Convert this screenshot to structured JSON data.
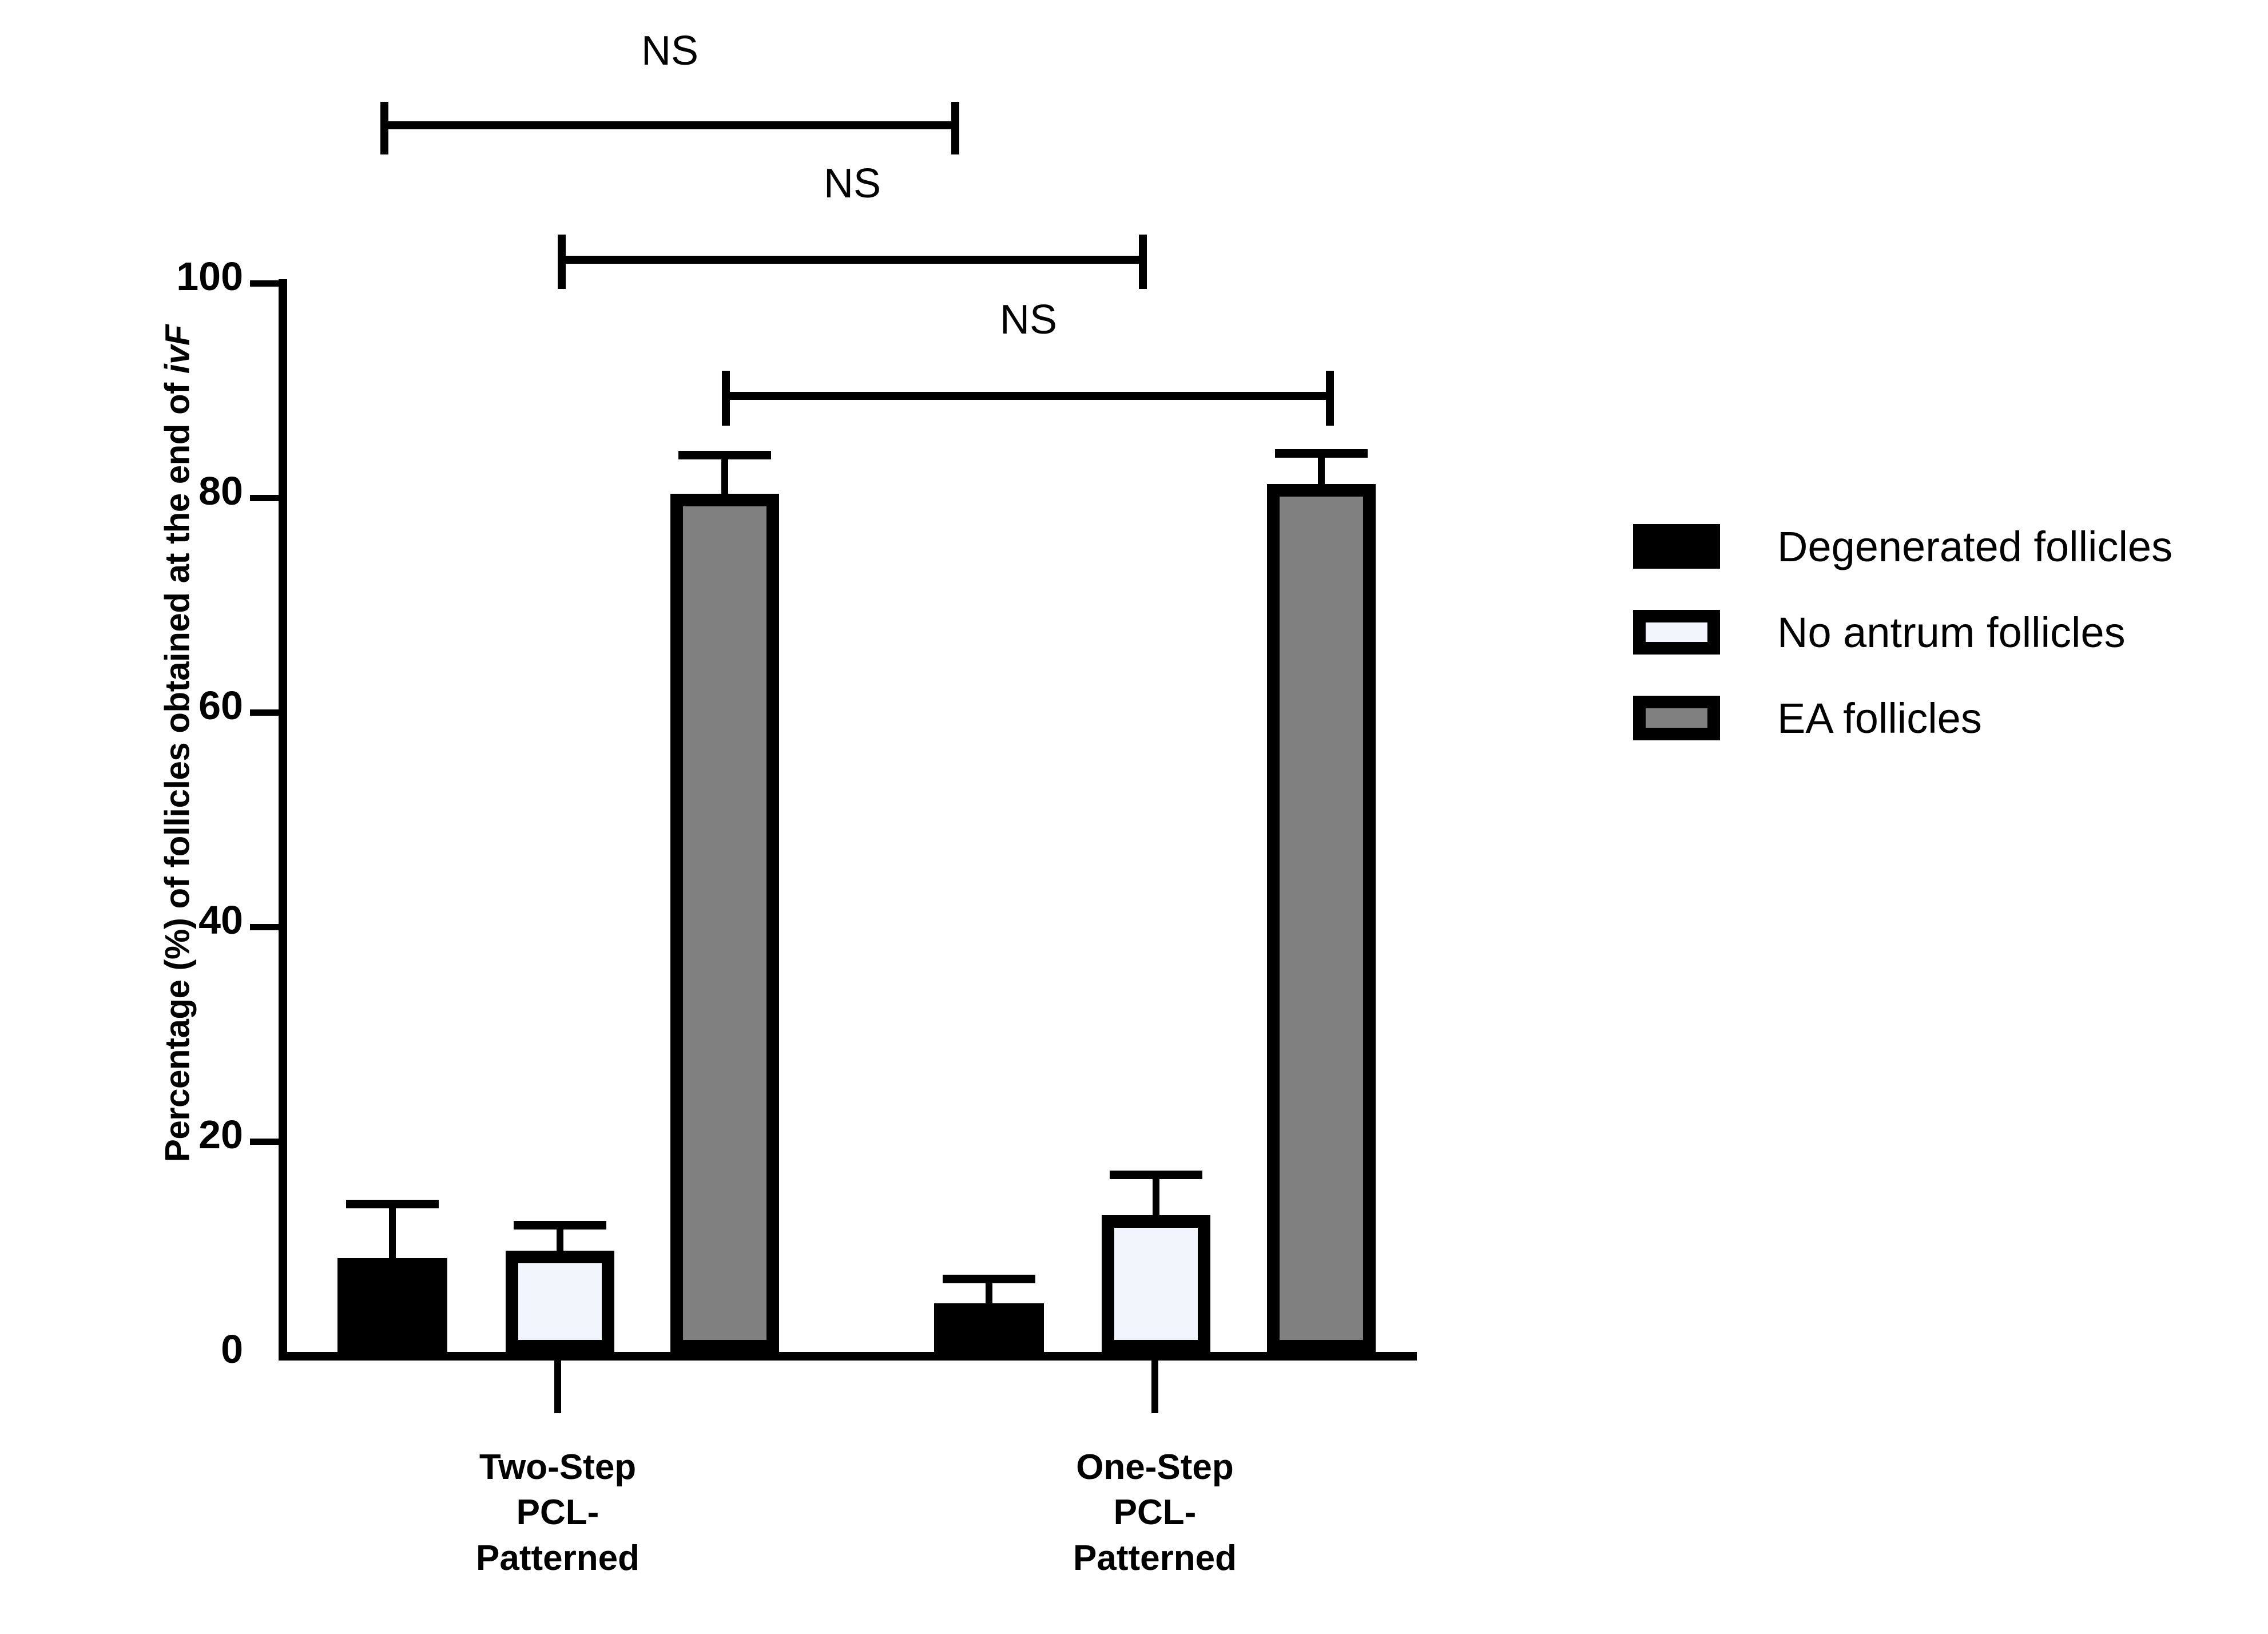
{
  "chart_data": {
    "type": "bar",
    "title": "",
    "xlabel": "",
    "ylabel": "Percentage (%) of follicles obtained at the end of ivF",
    "ylabel_parts": {
      "plain_prefix": "Percentage (%) of follicles obtained at the end of ",
      "italic_suffix": "ivF"
    },
    "categories": [
      "Two-Step\nPCL-\nPatterned",
      "One-Step\nPCL-\nPatterned"
    ],
    "category_labels_flat": [
      "Two-Step PCL-Patterned",
      "One-Step PCL-Patterned"
    ],
    "ylim": [
      0,
      100
    ],
    "yticks": [
      0,
      20,
      40,
      60,
      80,
      100
    ],
    "ytick_labels": [
      "0",
      "20",
      "40",
      "60",
      "80",
      "100"
    ],
    "grid": false,
    "legend_position": "right",
    "series": [
      {
        "name": "Degenerated follicles",
        "style": "solid-black",
        "color": "#000000",
        "values": [
          9.1,
          4.9
        ],
        "errors_upper": [
          14.3,
          7.3
        ]
      },
      {
        "name": "No antrum follicles",
        "style": "white-fill-black-outline",
        "color": "#f2f6fc",
        "values": [
          9.8,
          13.1
        ],
        "errors_upper": [
          12.3,
          17.0
        ]
      },
      {
        "name": "EA follicles",
        "style": "gray-fill-black-outline",
        "color": "#808080",
        "values": [
          80.4,
          81.3
        ],
        "errors_upper": [
          84.1,
          84.3
        ]
      }
    ],
    "annotations": [
      {
        "label": "NS",
        "comparison": "Two-Step Degenerated vs One-Step Degenerated",
        "level": 1
      },
      {
        "label": "NS",
        "comparison": "Two-Step No antrum vs One-Step No antrum",
        "level": 2
      },
      {
        "label": "NS",
        "comparison": "Two-Step EA vs One-Step EA",
        "level": 3
      }
    ]
  },
  "axis": {
    "y_title_plain": "Percentage (%) of follicles obtained at the end of ",
    "y_title_italic": "ivF",
    "ticks": [
      {
        "value": "100"
      },
      {
        "value": "80"
      },
      {
        "value": "60"
      },
      {
        "value": "40"
      },
      {
        "value": "20"
      },
      {
        "value": "0"
      }
    ],
    "x_labels": [
      "Two-Step\nPCL-\nPatterned",
      "One-Step\nPCL-\nPatterned"
    ]
  },
  "significance": [
    {
      "label": "NS"
    },
    {
      "label": "NS"
    },
    {
      "label": "NS"
    }
  ],
  "legend": {
    "items": [
      {
        "label": "Degenerated follicles",
        "swatch": "solid-black-swatch"
      },
      {
        "label": "No antrum follicles",
        "swatch": "white-outline-swatch"
      },
      {
        "label": "EA follicles",
        "swatch": "gray-outline-swatch"
      }
    ]
  },
  "colors": {
    "degenerated": "#000000",
    "no_antrum": "#f2f6fc",
    "ea": "#808080",
    "axis": "#000000",
    "background": "#ffffff"
  }
}
